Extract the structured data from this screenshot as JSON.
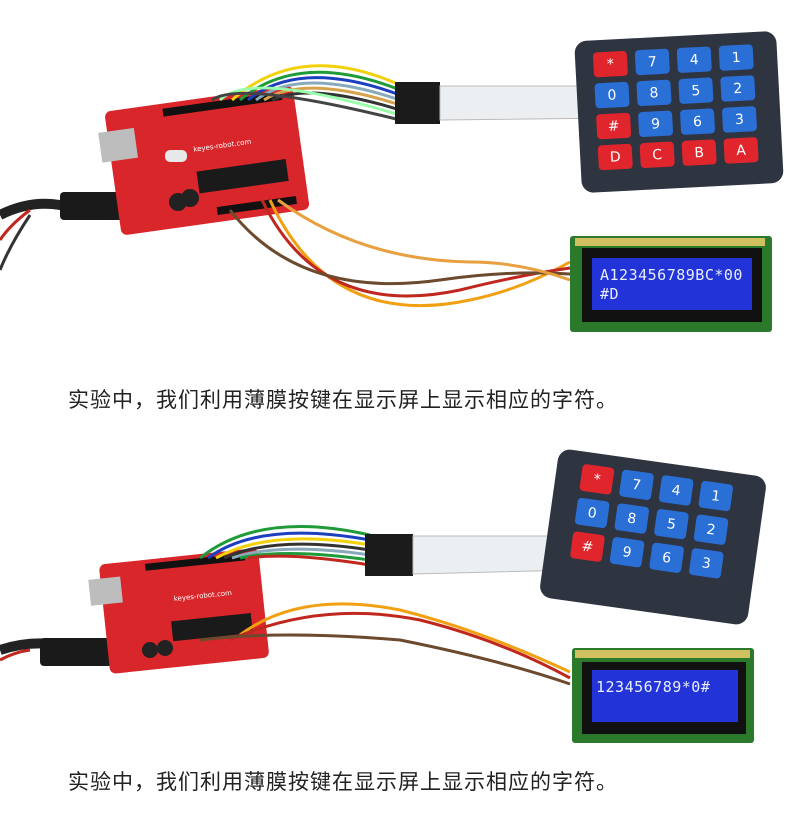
{
  "scene1": {
    "caption": "实验中，我们利用薄膜按键在显示屏上显示相应的字符。",
    "lcd_line1": "A123456789BC*00",
    "lcd_line2": "#D",
    "board_brand": "keyes-robot.com",
    "keypad_keys": [
      "*",
      "7",
      "4",
      "1",
      "0",
      "8",
      "5",
      "2",
      "#",
      "9",
      "6",
      "3",
      "D",
      "C",
      "B",
      "A"
    ]
  },
  "scene2": {
    "caption": "实验中，我们利用薄膜按键在显示屏上显示相应的字符。",
    "lcd_line1": "123456789*0#",
    "lcd_line2": "",
    "board_brand": "keyes-robot.com",
    "keypad_keys": [
      "*",
      "7",
      "4",
      "1",
      "0",
      "8",
      "5",
      "2",
      "#",
      "9",
      "6",
      "3"
    ]
  },
  "colors": {
    "board_red": "#d8262a",
    "lcd_blue": "#2233d8",
    "key_blue": "#2a6fd6",
    "key_red": "#e0262c",
    "keypad_dark": "#2e3440"
  }
}
